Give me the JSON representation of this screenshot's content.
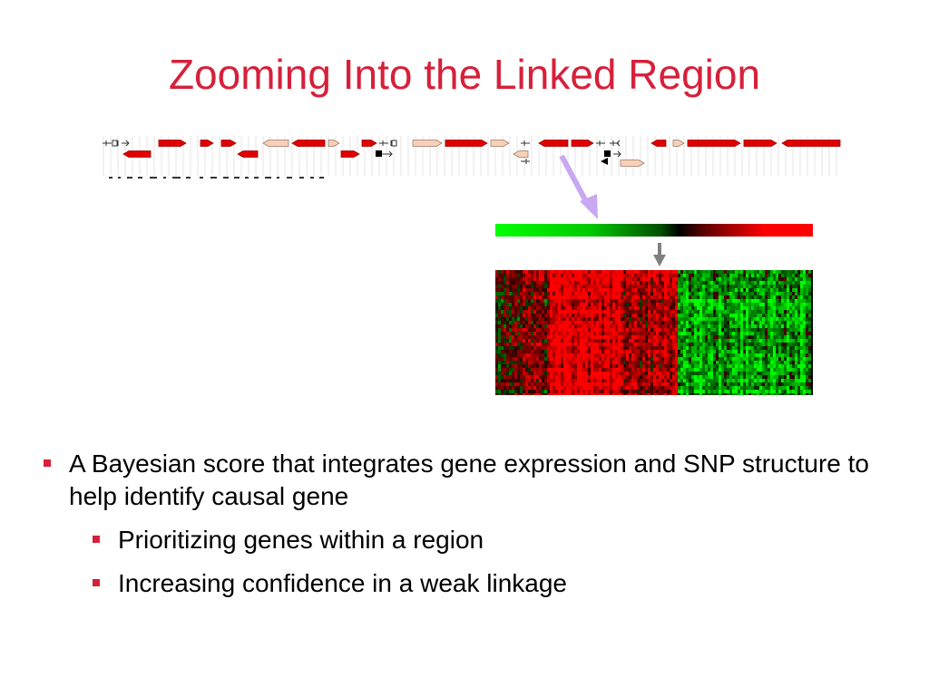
{
  "slide": {
    "title": "Zooming Into the Linked Region",
    "bullets": [
      {
        "text": "A Bayesian score that integrates gene expression and SNP structure to help identify causal gene",
        "level": 1
      },
      {
        "text": "Prioritizing genes within a region",
        "level": 2
      },
      {
        "text": "Increasing confidence in a weak linkage",
        "level": 2
      }
    ]
  },
  "colors": {
    "title": "#d6203a",
    "bullet": "#d6203a",
    "gene_dark": "#e00000",
    "gene_light": "#f8d0b8",
    "arrow_pointer": "#c8a8f0",
    "arrow_marker": "#808080",
    "expression_high": "#ff0000",
    "expression_low": "#00ff00"
  },
  "icons": {
    "pointer": "diagonal-arrow-icon",
    "marker": "down-arrow-icon",
    "bullet": "square-bullet-icon"
  }
}
